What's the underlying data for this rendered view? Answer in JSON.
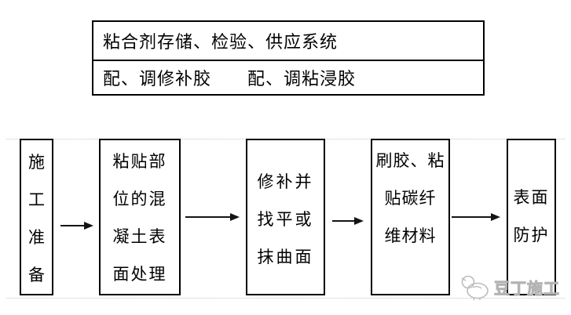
{
  "header_table": {
    "row1": "粘合剂存储、检验、供应系统",
    "row2": "配、调修补胶　　配、调粘浸胶"
  },
  "flowchart": {
    "steps": [
      {
        "name": "construction-preparation",
        "orientation": "vertical",
        "lines": [
          "施",
          "工",
          "准",
          "备"
        ]
      },
      {
        "name": "concrete-surface-treatment",
        "lines": [
          "粘贴部",
          "位的混",
          "凝土表",
          "面处理"
        ]
      },
      {
        "name": "repair-and-leveling",
        "lines": [
          "修补并",
          "找平或",
          "抹曲面"
        ]
      },
      {
        "name": "glue-and-paste-carbon-fiber",
        "lines": [
          "刷胶、粘",
          "贴碳纤",
          "维材料"
        ]
      },
      {
        "name": "surface-protection",
        "lines": [
          "表面",
          "防护"
        ]
      }
    ],
    "connector": "arrow-right"
  },
  "watermark": {
    "text": "豆丁施工",
    "logo": "douding-chick-logo"
  },
  "colors": {
    "background": "#ffffff",
    "box_border": "#000000",
    "text": "#000000",
    "gridline": "#c4c4c4",
    "watermark": "#b3b3b3"
  }
}
